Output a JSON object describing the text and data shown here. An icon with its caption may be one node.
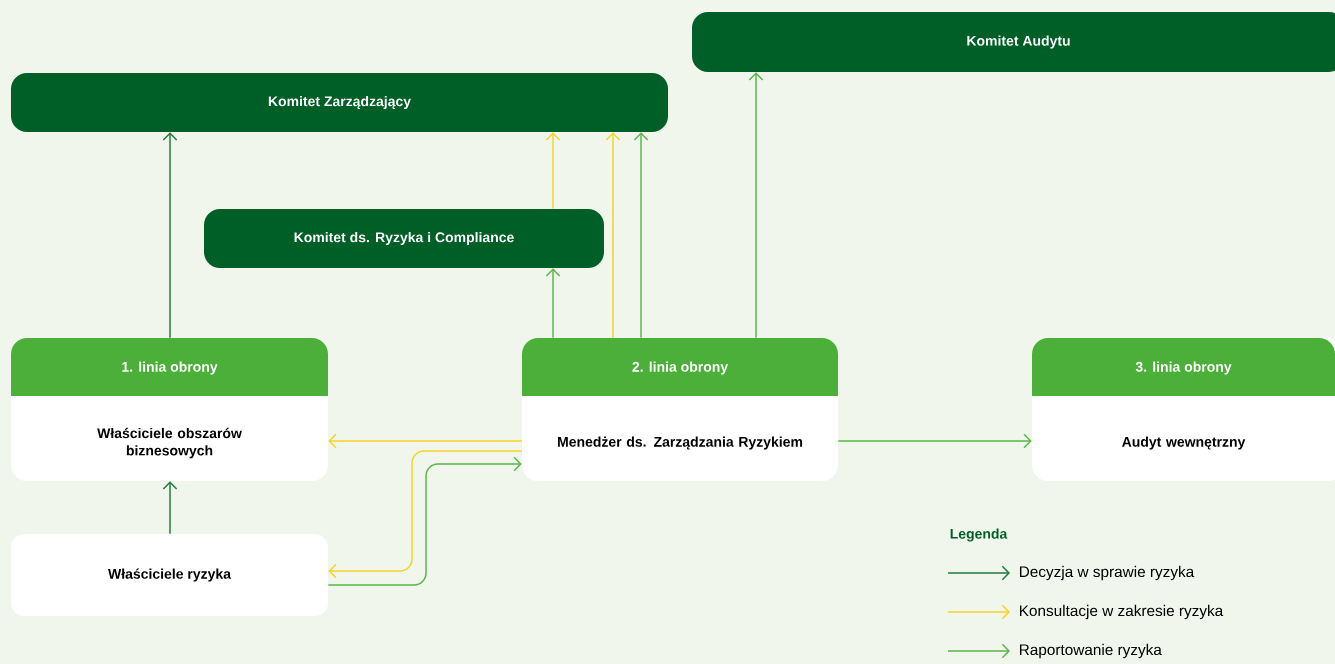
{
  "diagram": {
    "nodes": [
      {
        "text": [
          "Komitet Zarządzający"
        ]
      },
      {
        "text": [
          "Komitet Audytu"
        ]
      },
      {
        "text": [
          "Komitet ds. Ryzyka i Compliance"
        ]
      },
      {
        "text": [
          "1. linia obrony",
          "Właściciele obszarów biznesowych"
        ]
      },
      {
        "text": [
          "2. linia obrony",
          "Menedżer ds. Zarządzania Ryzykiem"
        ]
      },
      {
        "text": [
          "3. linia obrony",
          "Audyt wewnętrzny"
        ]
      },
      {
        "text": [
          "Właściciele ryzyka"
        ]
      }
    ],
    "edges": [
      {
        "from": 3,
        "to": 0,
        "arrow": "to",
        "color": "#1e7a3c"
      },
      {
        "from": 6,
        "to": 3,
        "arrow": "to",
        "color": "#1e7a3c"
      },
      {
        "from": 4,
        "to": 2,
        "arrow": "to"
      },
      {
        "from": 2,
        "to": 0,
        "arrow": "to",
        "color": "#f5d327"
      },
      {
        "from": 4,
        "to": 0,
        "arrow": "to",
        "color": "#f5d327"
      },
      {
        "from": 4,
        "to": 0,
        "arrow": "to"
      },
      {
        "from": 4,
        "to": 1,
        "arrow": "to"
      },
      {
        "from": 4,
        "to": 3,
        "arrow": "to",
        "color": "#f5d327"
      },
      {
        "from": 4,
        "to": 6,
        "arrow": "to",
        "color": "#f5d327"
      },
      {
        "from": 6,
        "to": 4,
        "arrow": "to"
      },
      {
        "from": 4,
        "to": 5,
        "arrow": "to"
      }
    ],
    "labels": [
      "Legenda"
    ],
    "legend": [
      {
        "text": "Decyzja w sprawie ryzyka"
      },
      {
        "text": "Konsultacje w zakresie ryzyka"
      },
      {
        "text": "Raportowanie ryzyka"
      }
    ]
  }
}
